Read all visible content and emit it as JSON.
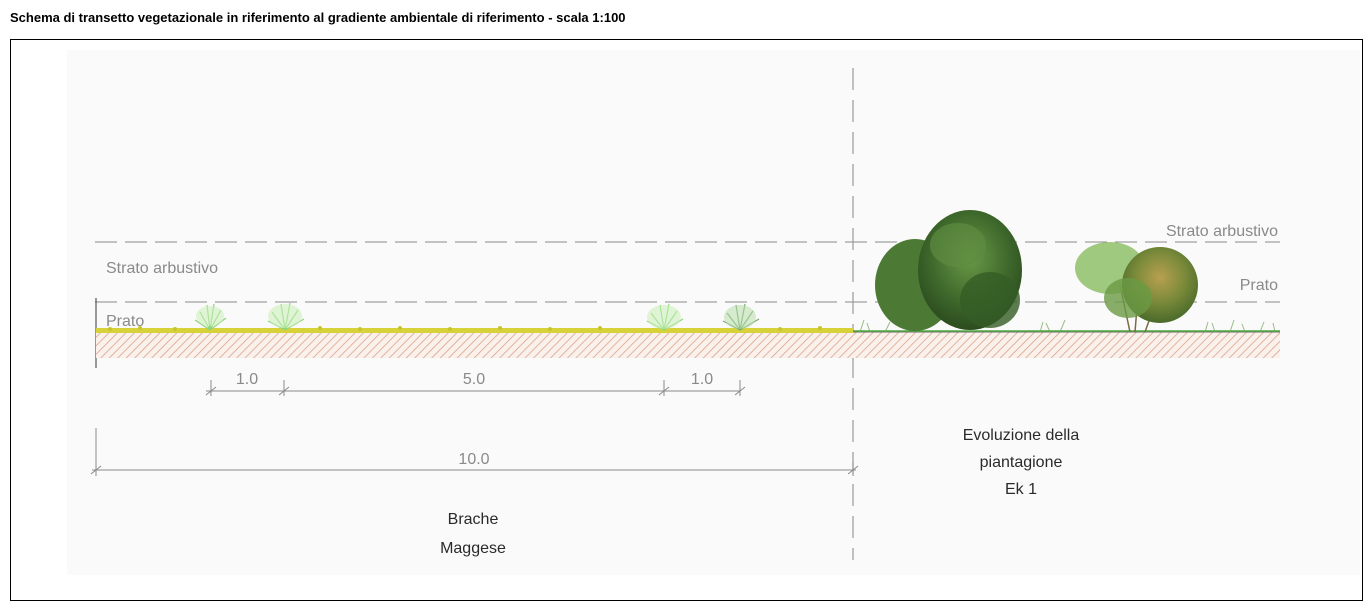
{
  "title": "Schema di transetto vegetazionale in riferimento al gradiente ambientale di riferimento - scala 1:100",
  "left": {
    "strato_label": "Strato arbustivo",
    "prato_label": "Prato",
    "dimensions": [
      "1.0",
      "5.0",
      "1.0"
    ],
    "total_dimension": "10.0",
    "caption_line1": "Brache",
    "caption_line2": "Maggese"
  },
  "right": {
    "strato_label": "Strato arbustivo",
    "prato_label": "Prato",
    "caption_line1": "Evoluzione della",
    "caption_line2": "piantagione",
    "caption_line3": "Ek 1"
  },
  "colors": {
    "soil_hatch": "#d9a48a",
    "grass_yellow": "#d8d23a",
    "shrub_light": "#9fe08a",
    "tree_dark": "#3f6a2c",
    "guide_lines": "#8a8a8a"
  }
}
